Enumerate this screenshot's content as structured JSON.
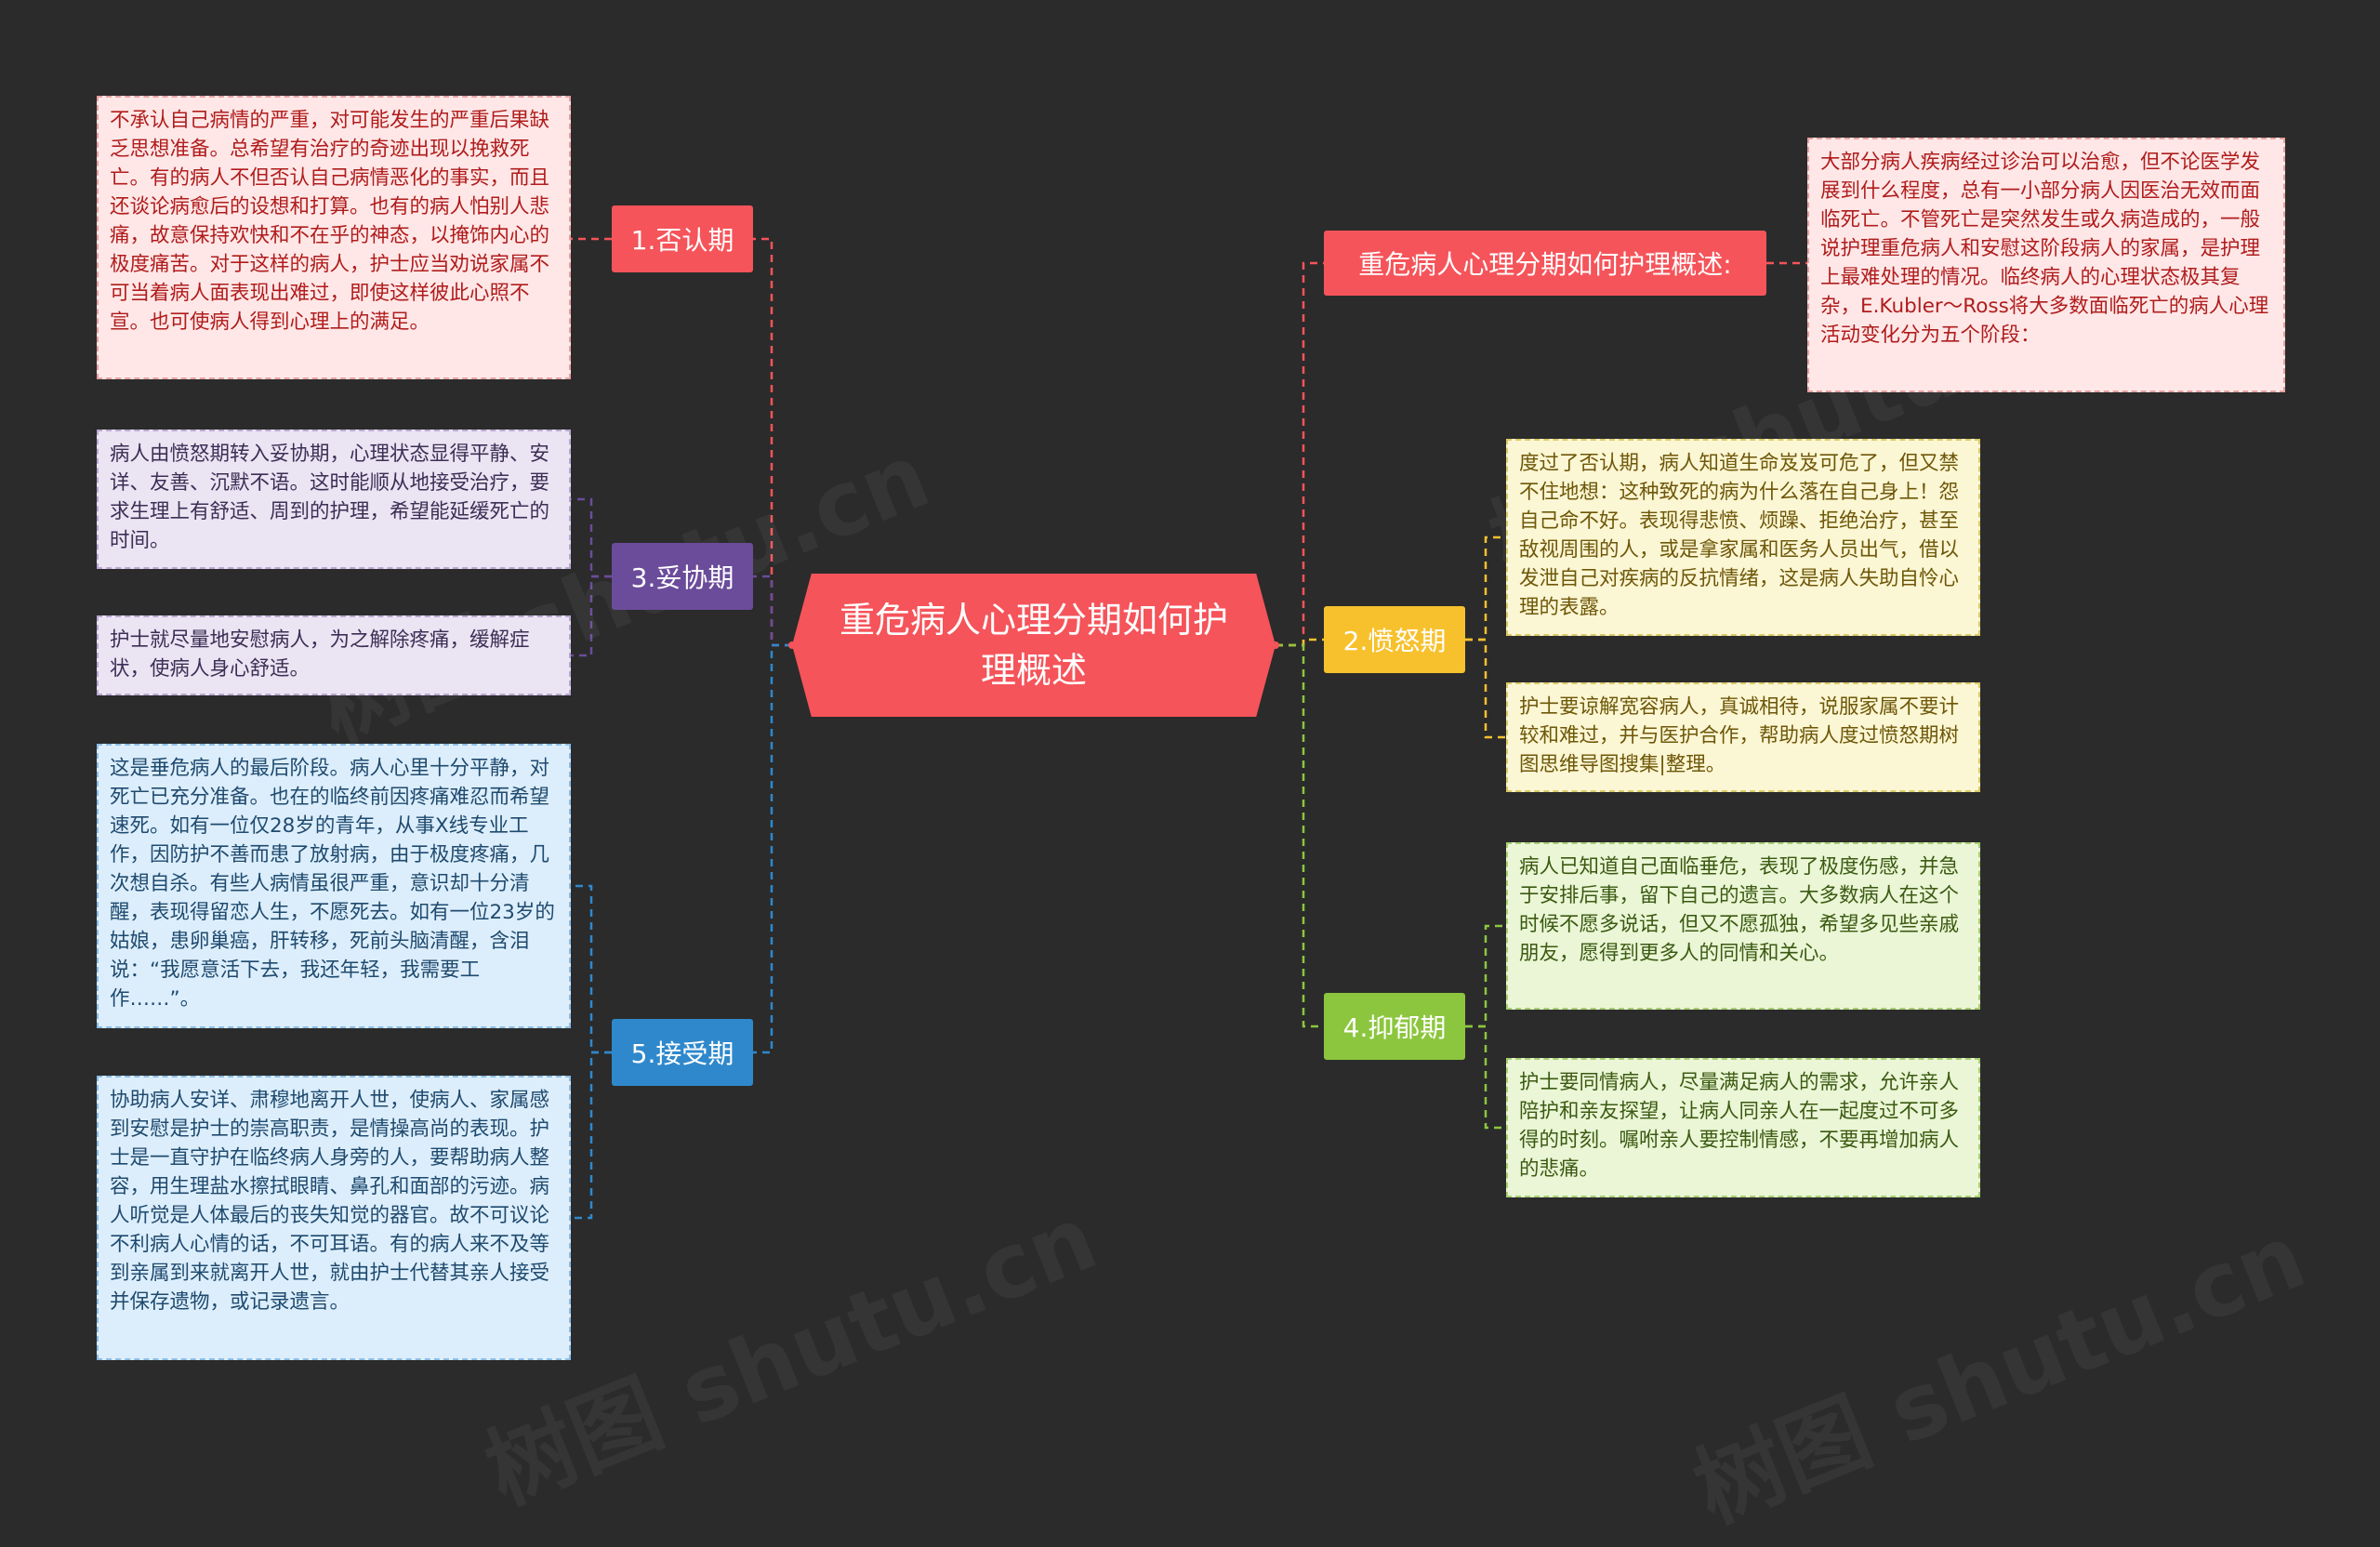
{
  "center": {
    "title": "重危病人心理分期如何护理概述"
  },
  "overview": {
    "label": "重危病人心理分期如何护理概述:",
    "note": "大部分病人疾病经过诊治可以治愈，但不论医学发展到什么程度，总有一小部分病人因医治无效而面临死亡。不管死亡是突然发生或久病造成的，一般说护理重危病人和安慰这阶段病人的家属，是护理上最难处理的情况。临终病人的心理状态极其复杂，E.Kubler～Ross将大多数面临死亡的病人心理活动变化分为五个阶段："
  },
  "stages": [
    {
      "label": "1.否认期",
      "color": "#f5545a",
      "notes": [
        "不承认自己病情的严重，对可能发生的严重后果缺乏思想准备。总希望有治疗的奇迹出现以挽救死亡。有的病人不但否认自己病情恶化的事实，而且还谈论病愈后的设想和打算。也有的病人怕别人悲痛，故意保持欢快和不在乎的神态，以掩饰内心的极度痛苦。对于这样的病人，护士应当劝说家属不可当着病人面表现出难过，即使这样彼此心照不宣。也可使病人得到心理上的满足。"
      ]
    },
    {
      "label": "2.愤怒期",
      "color": "#f7c12e",
      "notes": [
        "度过了否认期，病人知道生命岌岌可危了，但又禁不住地想：这种致死的病为什么落在自己身上！怨自己命不好。表现得悲愤、烦躁、拒绝治疗，甚至敌视周围的人，或是拿家属和医务人员出气，借以发泄自己对疾病的反抗情绪，这是病人失助自怜心理的表露。",
        "护士要谅解宽容病人，真诚相待，说服家属不要计较和难过，并与医护合作，帮助病人度过愤怒期树图思维导图搜集|整理。"
      ]
    },
    {
      "label": "3.妥协期",
      "color": "#6b4c9a",
      "notes": [
        "病人由愤怒期转入妥协期，心理状态显得平静、安详、友善、沉默不语。这时能顺从地接受治疗，要求生理上有舒适、周到的护理，希望能延缓死亡的时间。",
        "护士就尽量地安慰病人，为之解除疼痛，缓解症状，使病人身心舒适。"
      ]
    },
    {
      "label": "4.抑郁期",
      "color": "#8cc63e",
      "notes": [
        "病人已知道自己面临垂危，表现了极度伤感，并急于安排后事，留下自己的遗言。大多数病人在这个时候不愿多说话，但又不愿孤独，希望多见些亲戚朋友，愿得到更多人的同情和关心。",
        "护士要同情病人，尽量满足病人的需求，允许亲人陪护和亲友探望，让病人同亲人在一起度过不可多得的时刻。嘱咐亲人要控制情感，不要再增加病人的悲痛。"
      ]
    },
    {
      "label": "5.接受期",
      "color": "#2f88cc",
      "notes": [
        "这是垂危病人的最后阶段。病人心里十分平静，对死亡已充分准备。也在的临终前因疼痛难忍而希望速死。如有一位仅28岁的青年，从事X线专业工作，因防护不善而患了放射病，由于极度疼痛，几次想自杀。有些人病情虽很严重，意识却十分清醒，表现得留恋人生，不愿死去。如有一位23岁的姑娘，患卵巢癌，肝转移，死前头脑清醒，含泪说：“我愿意活下去，我还年轻，我需要工作……”。",
        "协助病人安详、肃穆地离开人世，使病人、家属感到安慰是护士的崇高职责，是情操高尚的表现。护士是一直守护在临终病人身旁的人，要帮助病人整容，用生理盐水擦拭眼睛、鼻孔和面部的污迹。病人听觉是人体最后的丧失知觉的器官。故不可议论不利病人心情的话，不可耳语。有的病人来不及等到亲属到来就离开人世，就由护士代替其亲人接受并保存遗物，或记录遗言。"
      ]
    }
  ],
  "colors": {
    "background": "#2b2b2b",
    "center": "#f5545a",
    "overview": "#f5545a"
  },
  "watermark": "树图 shutu.cn"
}
